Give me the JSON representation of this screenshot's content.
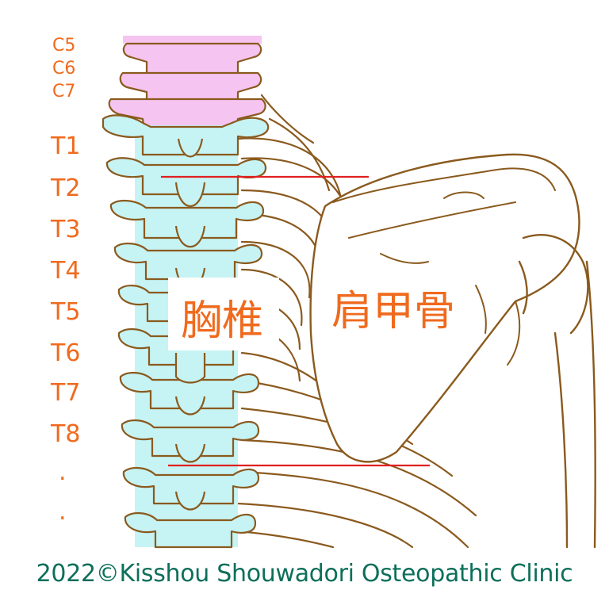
{
  "labels": {
    "cervical": [
      "C5",
      "C6",
      "C7"
    ],
    "thoracic": [
      "T1",
      "T2",
      "T3",
      "T4",
      "T5",
      "T6",
      "T7",
      "T8"
    ],
    "continuation": [
      ".",
      "."
    ]
  },
  "regions": {
    "thoracic_spine": "胸椎",
    "scapula": "肩甲骨"
  },
  "copyright": "2022©Kisshou Shouwadori Osteopathic Clinic",
  "colors": {
    "cervical_fill": "#f5c4f0",
    "thoracic_fill": "#c6f3f3",
    "outline": "#8a5a1e",
    "label": "#f06a1e",
    "marker_line": "#e02020",
    "copyright": "#0d6f5a"
  }
}
